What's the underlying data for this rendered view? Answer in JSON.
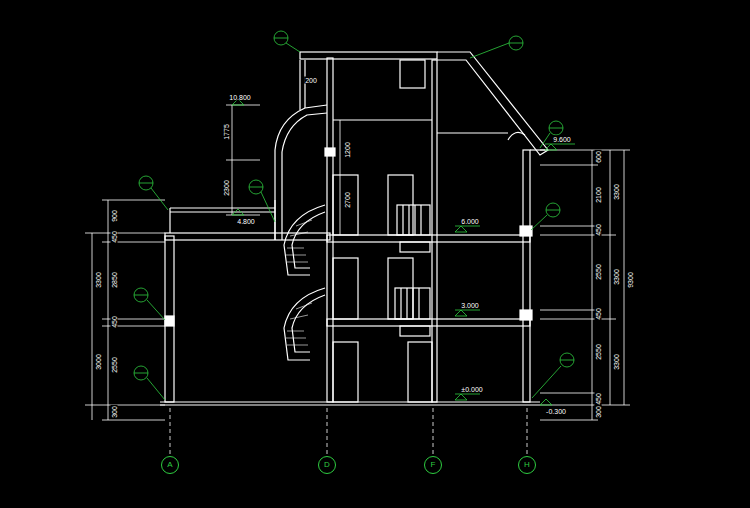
{
  "diagram": {
    "nodes": [
      {
        "text": [
          "A"
        ]
      },
      {
        "text": [
          "D"
        ]
      },
      {
        "text": [
          "F"
        ]
      },
      {
        "text": [
          "H"
        ]
      }
    ],
    "labels": [
      "10.800",
      "4.800",
      "200",
      "1200",
      "2700",
      "9.600",
      "6.000",
      "3.000",
      "±0.000",
      "-0.300",
      "900",
      "450",
      "2850",
      "450",
      "2550",
      "300",
      "3300",
      "3000",
      "600",
      "2100",
      "450",
      "2550",
      "450",
      "2550",
      "450",
      "300",
      "3300",
      "3300",
      "3300",
      "9300",
      "1775",
      "2300"
    ]
  }
}
